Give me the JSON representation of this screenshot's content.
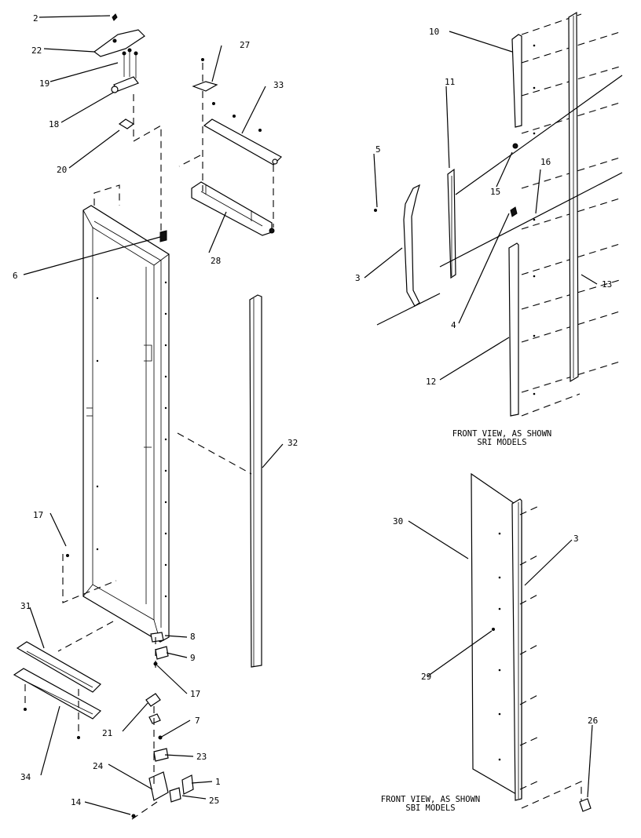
{
  "callouts": {
    "c1": "1",
    "c2": "2",
    "c3a": "3",
    "c3b": "3",
    "c4": "4",
    "c5": "5",
    "c6": "6",
    "c7": "7",
    "c8": "8",
    "c9": "9",
    "c10": "10",
    "c11": "11",
    "c12": "12",
    "c13": "13",
    "c14": "14",
    "c15": "15",
    "c16": "16",
    "c17a": "17",
    "c17b": "17",
    "c18": "18",
    "c19": "19",
    "c20": "20",
    "c21": "21",
    "c22": "22",
    "c23": "23",
    "c24": "24",
    "c25": "25",
    "c26": "26",
    "c27": "27",
    "c28": "28",
    "c29": "29",
    "c30": "30",
    "c31": "31",
    "c32": "32",
    "c33": "33",
    "c34": "34"
  },
  "captions": {
    "sri_line1": "FRONT VIEW, AS SHOWN",
    "sri_line2": "SRI MODELS",
    "sbi_line1": "FRONT VIEW, AS SHOWN",
    "sbi_line2": "SBI MODELS"
  }
}
